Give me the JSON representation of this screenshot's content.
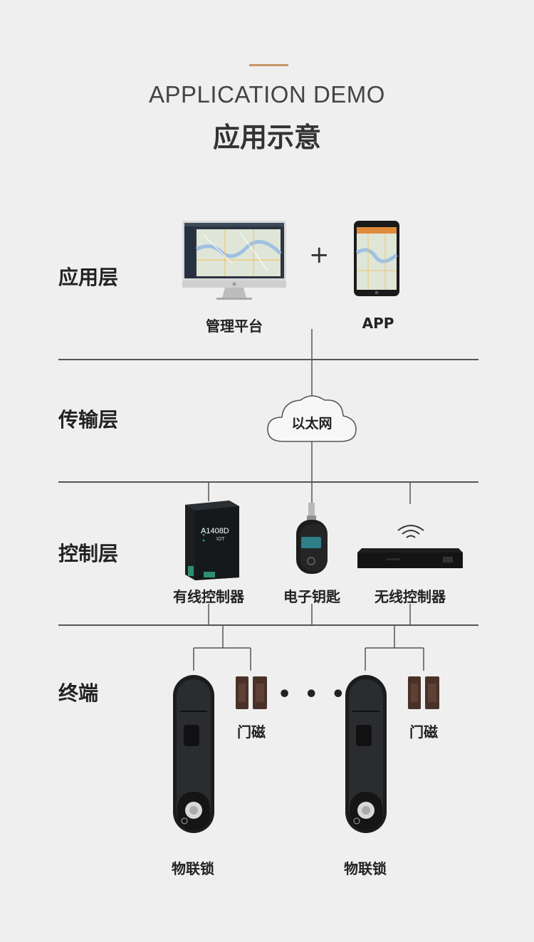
{
  "header": {
    "title_en": "APPLICATION DEMO",
    "title_cn": "应用示意"
  },
  "layers": {
    "application": "应用层",
    "transport": "传输层",
    "control": "控制层",
    "terminal": "终端"
  },
  "application": {
    "platform_label": "管理平台",
    "plus": "+",
    "app_label": "APP"
  },
  "transport": {
    "cloud_label": "以太网"
  },
  "control": {
    "wired_label": "有线控制器",
    "ekey_label": "电子钥匙",
    "wireless_label": "无线控制器",
    "wired_model": "A1408D",
    "wired_sub": "IOT"
  },
  "terminal": {
    "lock_label_1": "物联锁",
    "lock_label_2": "物联锁",
    "sensor_label_1": "门磁",
    "sensor_label_2": "门磁",
    "ellipsis": "• • • •"
  },
  "colors": {
    "accent": "#c9966a",
    "line": "#555555",
    "background": "#efefef"
  }
}
